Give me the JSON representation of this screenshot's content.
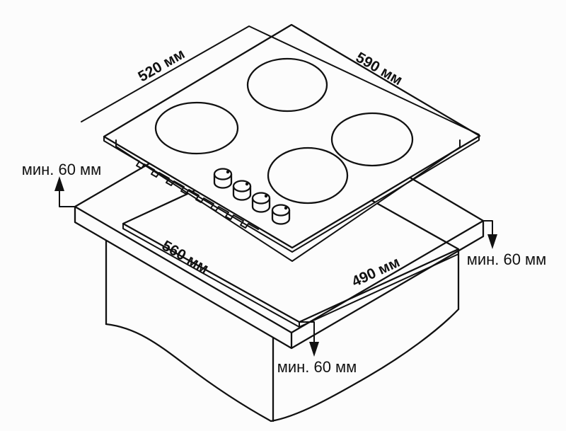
{
  "diagram": {
    "background_color": "#fcfcfc",
    "line_color": "#111111",
    "hob": {
      "left_edge_dimension": "520 мм",
      "right_edge_dimension": "590 мм",
      "burner_count": 4,
      "knob_count": 4
    },
    "cutout": {
      "left_edge_dimension": "560 мм",
      "right_edge_dimension": "490 мм"
    },
    "clearances": {
      "left": "мин. 60 мм",
      "right": "мин. 60 мм",
      "bottom": "мин. 60 мм"
    }
  }
}
